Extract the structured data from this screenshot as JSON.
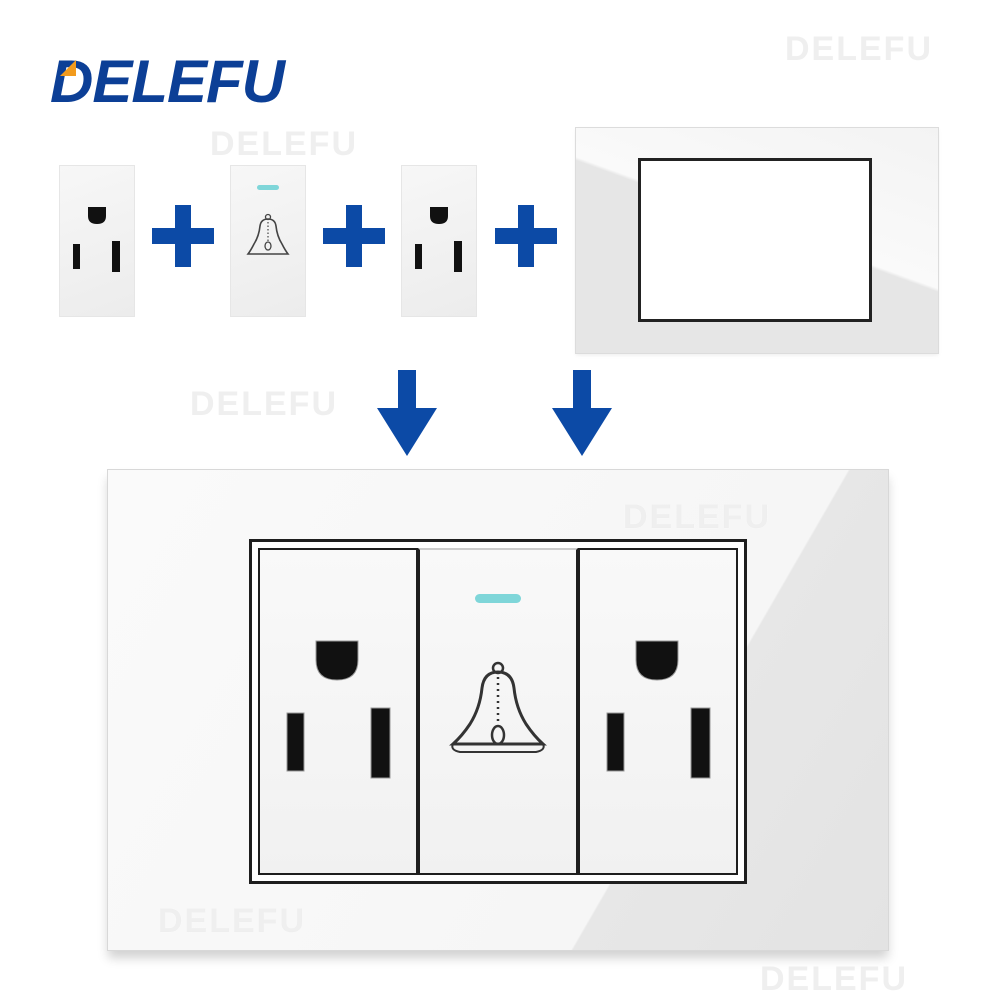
{
  "brand": {
    "logo_text": "DELEFU",
    "watermark_text": "DELEFU",
    "primary_color": "#0c3f96",
    "accent_color": "#f29b1d"
  },
  "assembly": {
    "modules": [
      {
        "type": "us-outlet",
        "icon": "outlet-icon"
      },
      {
        "type": "doorbell-button",
        "icon": "bell-icon",
        "indicator_color": "#7fd6d9"
      },
      {
        "type": "us-outlet",
        "icon": "outlet-icon"
      }
    ],
    "operator_icon": "plus-icon",
    "frame": {
      "type": "glass-frame",
      "color": "#ffffff"
    },
    "arrow_icon": "arrow-down-icon",
    "arrow_color": "#0c4aa6"
  },
  "result": {
    "modules": [
      "us-outlet",
      "doorbell-button",
      "us-outlet"
    ],
    "plate_color": "#f6f6f6"
  }
}
